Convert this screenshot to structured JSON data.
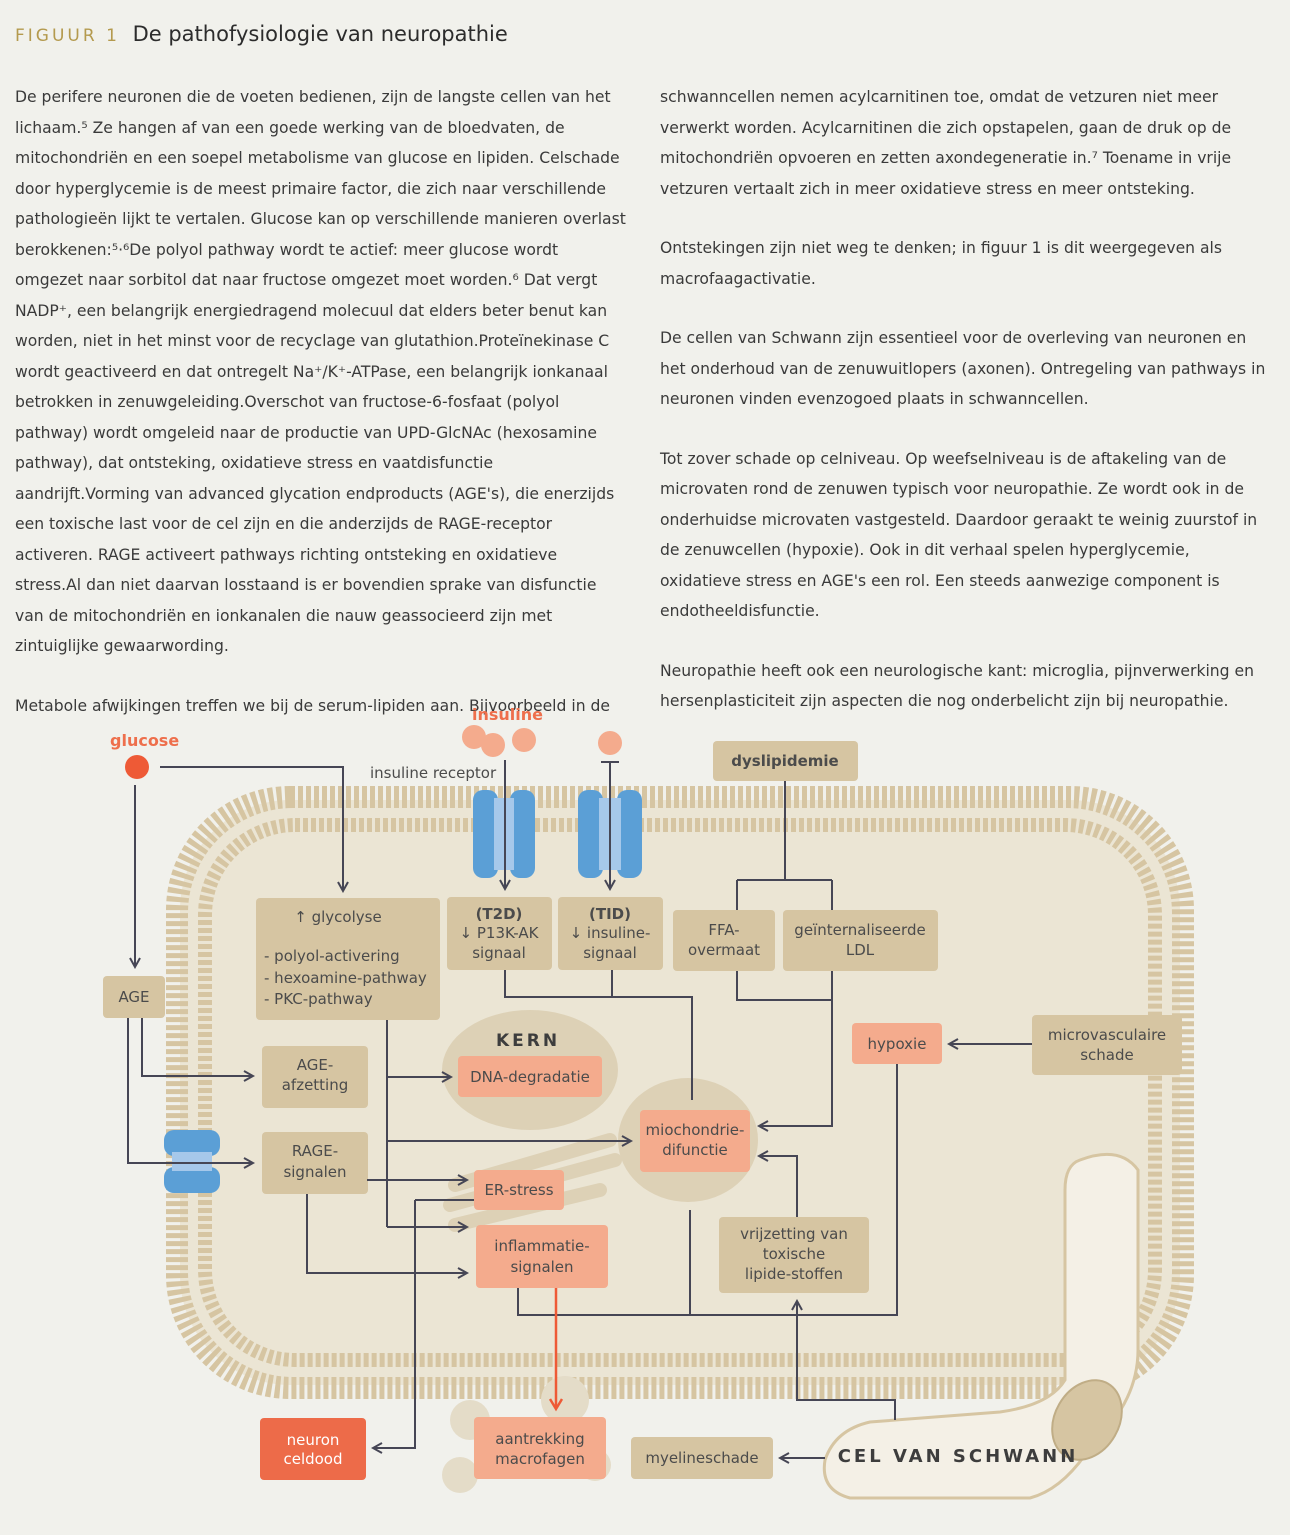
{
  "figure": {
    "label": "FIGUUR 1",
    "title": "De pathofysiologie van neuropathie"
  },
  "left_paragraphs": [
    "De perifere neuronen die de voeten bedienen, zijn de langste cellen van het lichaam.⁵ Ze hangen af van een goede werking van de bloedvaten, de mitochondriën en een soepel metabolisme van glucose en lipiden. Celschade door hyperglycemie is de meest primaire factor, die zich naar verschillende pathologieën lijkt te vertalen. Glucose kan op verschillende manieren overlast berokkenen:⁵·⁶De polyol pathway wordt te actief: meer glucose wordt omgezet naar sorbitol dat naar fructose omgezet moet worden.⁶ Dat vergt NADP⁺, een belangrijk energiedragend molecuul dat elders beter benut kan worden, niet in het minst voor de recyclage van glutathion.Proteïnekinase C wordt geactiveerd en dat ontregelt Na⁺/K⁺-ATPase, een belangrijk ionkanaal betrokken in zenuwgeleiding.Overschot van fructose-6-fosfaat (polyol pathway) wordt omgeleid naar de productie van UPD-GlcNAc (hexosamine pathway), dat ontsteking, oxidatieve stress en vaatdisfunctie aandrijft.Vorming van advanced glycation endproducts (AGE's), die enerzijds een toxische last voor de cel zijn en die anderzijds de RAGE-receptor activeren. RAGE activeert pathways richting ontsteking en oxidatieve stress.Al dan niet daarvan losstaand is er bovendien sprake van disfunctie van de mitochondriën en ionkanalen die nauw geassocieerd zijn met zintuiglijke gewaarwording.",
    "Metabole afwijkingen treffen we bij de serum-lipiden aan. Bijvoorbeeld in de"
  ],
  "right_paragraphs": [
    "schwanncellen nemen acylcarnitinen toe, omdat de vetzuren niet meer verwerkt worden. Acylcarnitinen die zich opstapelen, gaan de druk op de mitochondriën opvoeren en zetten axondegeneratie in.⁷ Toename in vrije vetzuren vertaalt zich in meer oxidatieve stress en meer ontsteking.",
    "Ontstekingen zijn niet weg te denken; in figuur 1 is dit weergegeven als macrofaagactivatie.",
    "De cellen van Schwann zijn essentieel voor de overleving van neuronen en het onderhoud van de zenuwuitlopers (axonen). Ontregeling van pathways in neuronen vinden evenzogoed plaats in schwanncellen.",
    "Tot zover schade op celniveau. Op weefselniveau is de aftakeling van de microvaten rond de zenuwen typisch voor neuropathie. Ze wordt ook in de onderhuidse microvaten vastgesteld. Daardoor geraakt te weinig zuurstof in de zenuwcellen (hypoxie). Ook in dit verhaal spelen hyperglycemie, oxidatieve stress en AGE's een rol. Een steeds aanwezige component is endotheeldisfunctie.",
    "Neuropathie heeft ook een neurologische kant: microglia, pijnverwerking en hersenplasticiteit zijn aspecten die nog onderbelicht zijn bij neuropathie."
  ],
  "diagram": {
    "glucose": "glucose",
    "insuline": "insuline",
    "insuline_receptor": "insuline receptor",
    "dyslipidemie": "dyslipidemie",
    "glycolyse": "↑ glycolyse",
    "glycolyse_items": [
      "- polyol-activering",
      "- hexoamine-pathway",
      "- PKC-pathway"
    ],
    "t2d": [
      "(T2D)",
      "↓ P13K-AK",
      "signaal"
    ],
    "t1d": [
      "(TID)",
      "↓ insuline-",
      "signaal"
    ],
    "ffa": [
      "FFA-",
      "overmaat"
    ],
    "ldl": [
      "geïnternaliseerde",
      "LDL"
    ],
    "age": "AGE",
    "age_afzetting": [
      "AGE-",
      "afzetting"
    ],
    "kern": "KERN",
    "dna": "DNA-degradatie",
    "hypoxie": "hypoxie",
    "microvasc": [
      "microvasculaire",
      "schade"
    ],
    "mito": [
      "miochondrie-",
      "difunctie"
    ],
    "rage": [
      "RAGE-",
      "signalen"
    ],
    "er_stress": "ER-stress",
    "inflammatie": [
      "inflammatie-",
      "signalen"
    ],
    "lipide": [
      "vrijzetting van",
      "toxische",
      "lipide-stoffen"
    ],
    "neuron": [
      "neuron",
      "celdood"
    ],
    "macrofagen": [
      "aantrekking",
      "macrofagen"
    ],
    "myeline": "myelineschade",
    "schwann": "CEL VAN SCHWANN"
  },
  "colors": {
    "background": "#f1f1ec",
    "tan_box": "#d6c5a2",
    "pink_box": "#f4ab8d",
    "red_box": "#ed6b49",
    "membrane": "#d6c5a2",
    "cell_fill": "#ebe5d4",
    "receptor_blue": "#5b9fd6",
    "accent_orange": "#ee6f4c",
    "figure_label": "#b49a4e"
  }
}
